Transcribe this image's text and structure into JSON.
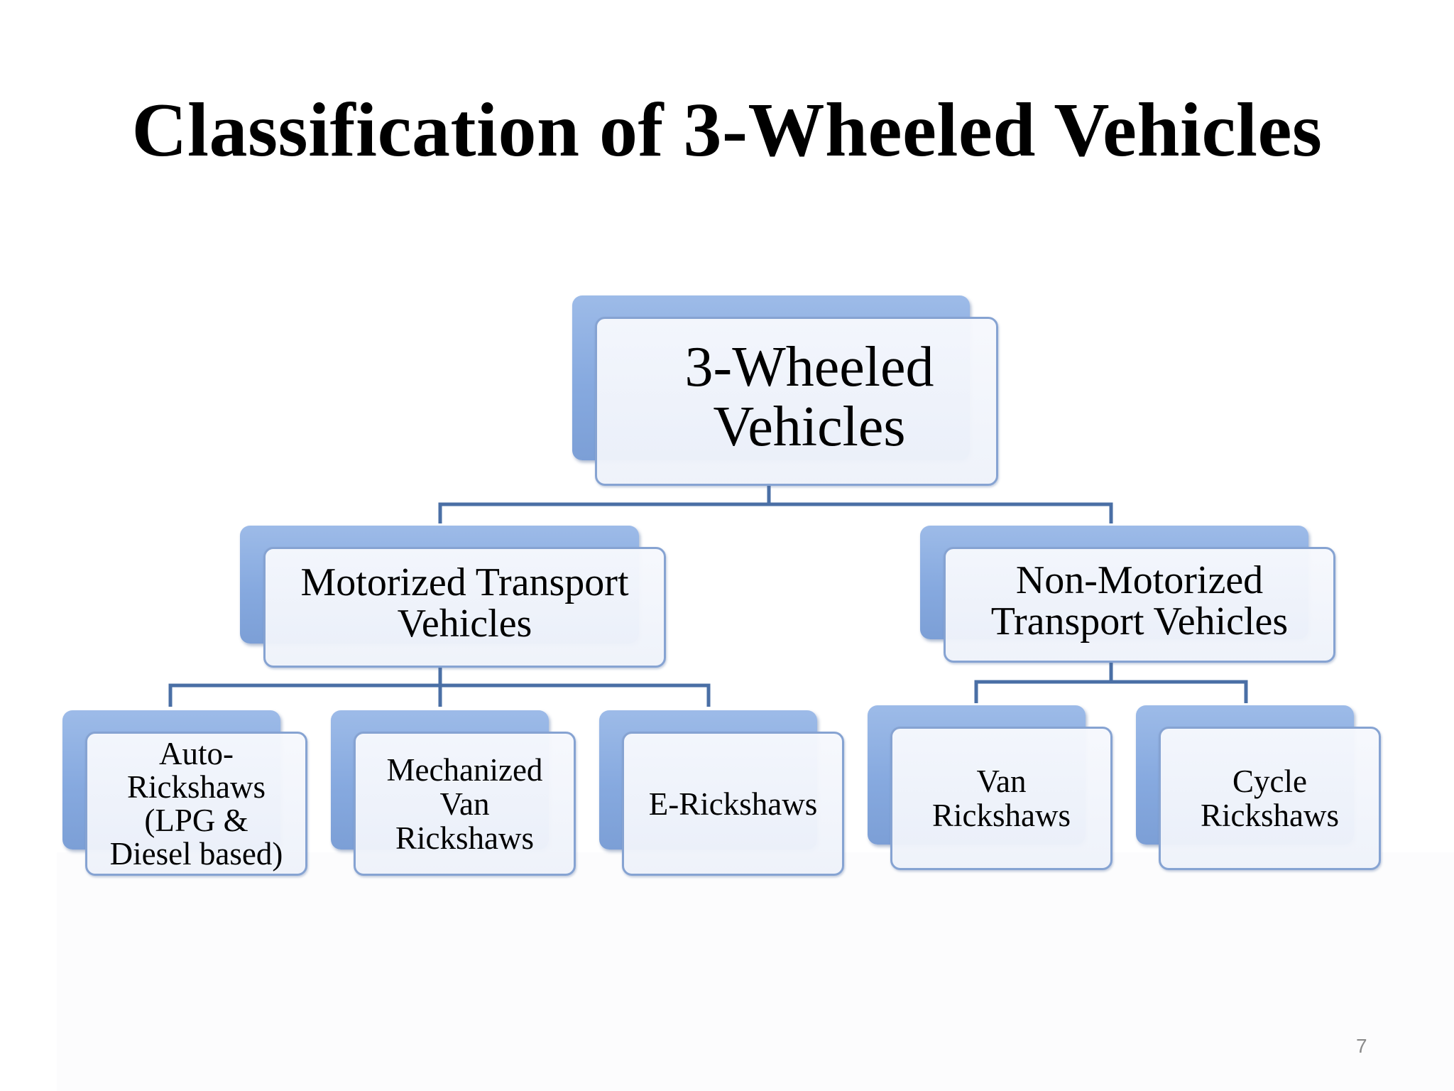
{
  "slide": {
    "title": "Classification of 3-Wheeled Vehicles",
    "page_number": "7"
  },
  "diagram": {
    "root": "3-Wheeled\nVehicles",
    "motorized": "Motorized Transport\nVehicles",
    "non_motorized": "Non-Motorized\nTransport Vehicles",
    "auto_rickshaws": "Auto-\nRickshaws\n(LPG &\nDiesel based)",
    "mechanized_van": "Mechanized\nVan\nRickshaws",
    "e_rickshaws": "E-Rickshaws",
    "van_rickshaws": "Van\nRickshaws",
    "cycle_rickshaws": "Cycle\nRickshaws"
  },
  "colors": {
    "connector": "#4a6fa5",
    "shadow_block": "#86a9df",
    "box_border": "#86a3d2",
    "box_fill": "#f2f5fb"
  }
}
